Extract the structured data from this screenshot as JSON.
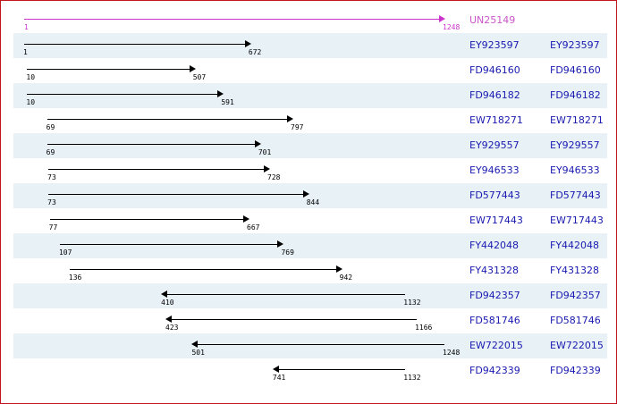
{
  "reference": {
    "id": "UN25149",
    "start": "1",
    "end": "1248",
    "color": "#cc33cc"
  },
  "scale": {
    "min": 1,
    "max": 1248
  },
  "link_color": "#1a1ab0",
  "row_shade_color": "#e7f1f6",
  "border_color": "#c0151b",
  "alignments": [
    {
      "id": "EY923597",
      "link": "EY923597",
      "start": 1,
      "end": 672,
      "from": "1",
      "to": "672",
      "dir": "right"
    },
    {
      "id": "FD946160",
      "link": "FD946160",
      "start": 10,
      "end": 507,
      "from": "10",
      "to": "507",
      "dir": "right"
    },
    {
      "id": "FD946182",
      "link": "FD946182",
      "start": 10,
      "end": 591,
      "from": "10",
      "to": "591",
      "dir": "right"
    },
    {
      "id": "EW718271",
      "link": "EW718271",
      "start": 69,
      "end": 797,
      "from": "69",
      "to": "797",
      "dir": "right"
    },
    {
      "id": "EY929557",
      "link": "EY929557",
      "start": 69,
      "end": 701,
      "from": "69",
      "to": "701",
      "dir": "right"
    },
    {
      "id": "EY946533",
      "link": "EY946533",
      "start": 73,
      "end": 728,
      "from": "73",
      "to": "728",
      "dir": "right"
    },
    {
      "id": "FD577443",
      "link": "FD577443",
      "start": 73,
      "end": 844,
      "from": "73",
      "to": "844",
      "dir": "right"
    },
    {
      "id": "EW717443",
      "link": "EW717443",
      "start": 77,
      "end": 667,
      "from": "77",
      "to": "667",
      "dir": "right"
    },
    {
      "id": "FY442048",
      "link": "FY442048",
      "start": 107,
      "end": 769,
      "from": "107",
      "to": "769",
      "dir": "right"
    },
    {
      "id": "FY431328",
      "link": "FY431328",
      "start": 136,
      "end": 942,
      "from": "136",
      "to": "942",
      "dir": "right"
    },
    {
      "id": "FD942357",
      "link": "FD942357",
      "start": 410,
      "end": 1132,
      "from": "410",
      "to": "1132",
      "dir": "left"
    },
    {
      "id": "FD581746",
      "link": "FD581746",
      "start": 423,
      "end": 1166,
      "from": "423",
      "to": "1166",
      "dir": "left"
    },
    {
      "id": "EW722015",
      "link": "EW722015",
      "start": 501,
      "end": 1248,
      "from": "501",
      "to": "1248",
      "dir": "left"
    },
    {
      "id": "FD942339",
      "link": "FD942339",
      "start": 741,
      "end": 1132,
      "from": "741",
      "to": "1132",
      "dir": "left"
    }
  ]
}
